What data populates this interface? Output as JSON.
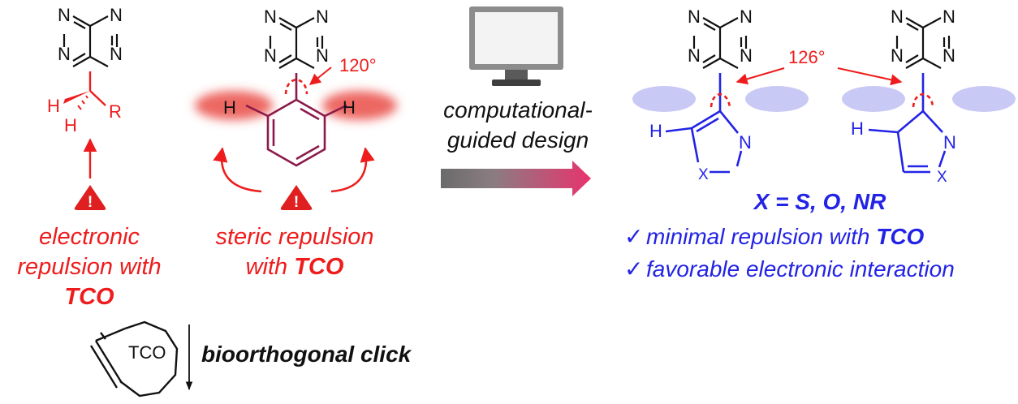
{
  "colors": {
    "red": "#ee1c1c",
    "maroon": "#8b1a4a",
    "blue": "#2323e6",
    "black": "#111111",
    "lavender": "#c9c9f6",
    "monitor": "#8c8c8c"
  },
  "atoms": {
    "N": "N",
    "H": "H",
    "R": "R",
    "X": "X"
  },
  "left_panel": {
    "warning_symbol": "!",
    "electronic": {
      "line1": "electronic",
      "line2": "repulsion with",
      "line3": "TCO"
    },
    "steric": {
      "line1": "steric repulsion",
      "line2_prefix": "with ",
      "line2_bold": "TCO"
    },
    "angle_label": "120°"
  },
  "middle": {
    "line1": "computational-",
    "line2": "guided design",
    "icon": "computer-monitor-icon"
  },
  "right_panel": {
    "angle_label": "126°",
    "x_def": "X = S, O, NR",
    "check_symbol": "✓",
    "bullet1_prefix": "minimal repulsion with ",
    "bullet1_bold": "TCO",
    "bullet2": "favorable electronic interaction"
  },
  "bottom": {
    "tco_label": "TCO",
    "click_label": "bioorthogonal click"
  }
}
